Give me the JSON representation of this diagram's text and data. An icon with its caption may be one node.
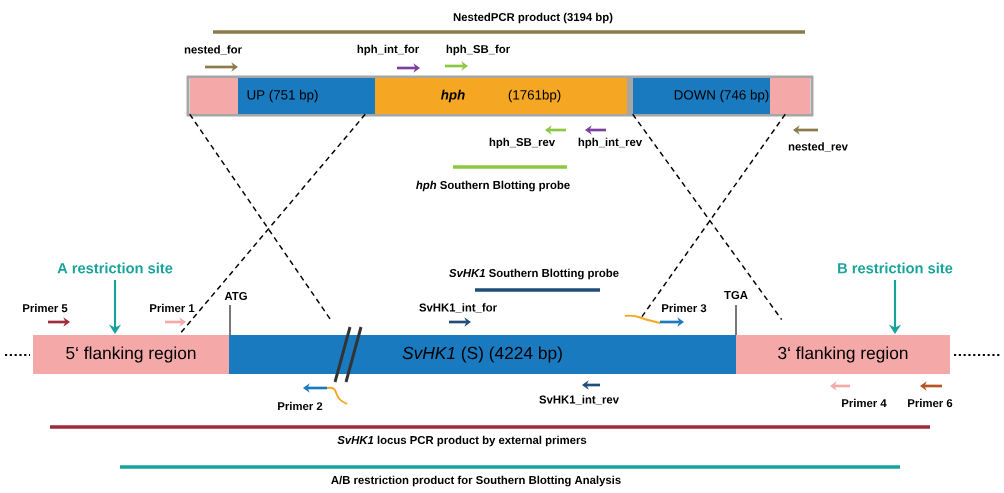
{
  "diagram": {
    "nodes": [
      {
        "text": [
          "UP (751 bp)"
        ]
      },
      {
        "text": [
          "hph",
          "(1761bp)"
        ]
      },
      {
        "text": [
          "DOWN (746 bp)"
        ]
      },
      {
        "text": [
          "5‘ flanking region"
        ]
      },
      {
        "text": [
          "*SvHK1* (S) (4224 bp)"
        ],
        "beside": [
          "ATG",
          "TGA"
        ]
      },
      {
        "text": [
          "3‘ flanking region"
        ]
      }
    ],
    "edges": [
      {
        "from": 0,
        "to": 4,
        "arrow": "none",
        "style": "dashed"
      },
      {
        "from": 0,
        "to": 3,
        "arrow": "none",
        "style": "dashed"
      },
      {
        "from": 2,
        "to": 5,
        "arrow": "none",
        "style": "dashed"
      },
      {
        "from": 2,
        "to": 4,
        "arrow": "none",
        "style": "dashed"
      }
    ],
    "labels": [
      "NestedPCR product (3194 bp)",
      "nested_for",
      "hph_int_for",
      "hph_SB_for",
      "hph_SB_rev",
      "hph_int_rev",
      "nested_rev",
      "*hph* Southern Blotting probe",
      "A restriction site",
      "*SvHK1* Southern Blotting probe",
      "B restriction site",
      "Primer 5",
      "Primer 1",
      "SvHK1_int_for",
      "Primer 3",
      "Primer 2",
      "SvHK1_int_rev",
      "Primer 4",
      "Primer 6",
      "*SvHK1* locus PCR product by external primers",
      "A/B restriction product for Southern Blotting Analysis"
    ]
  }
}
